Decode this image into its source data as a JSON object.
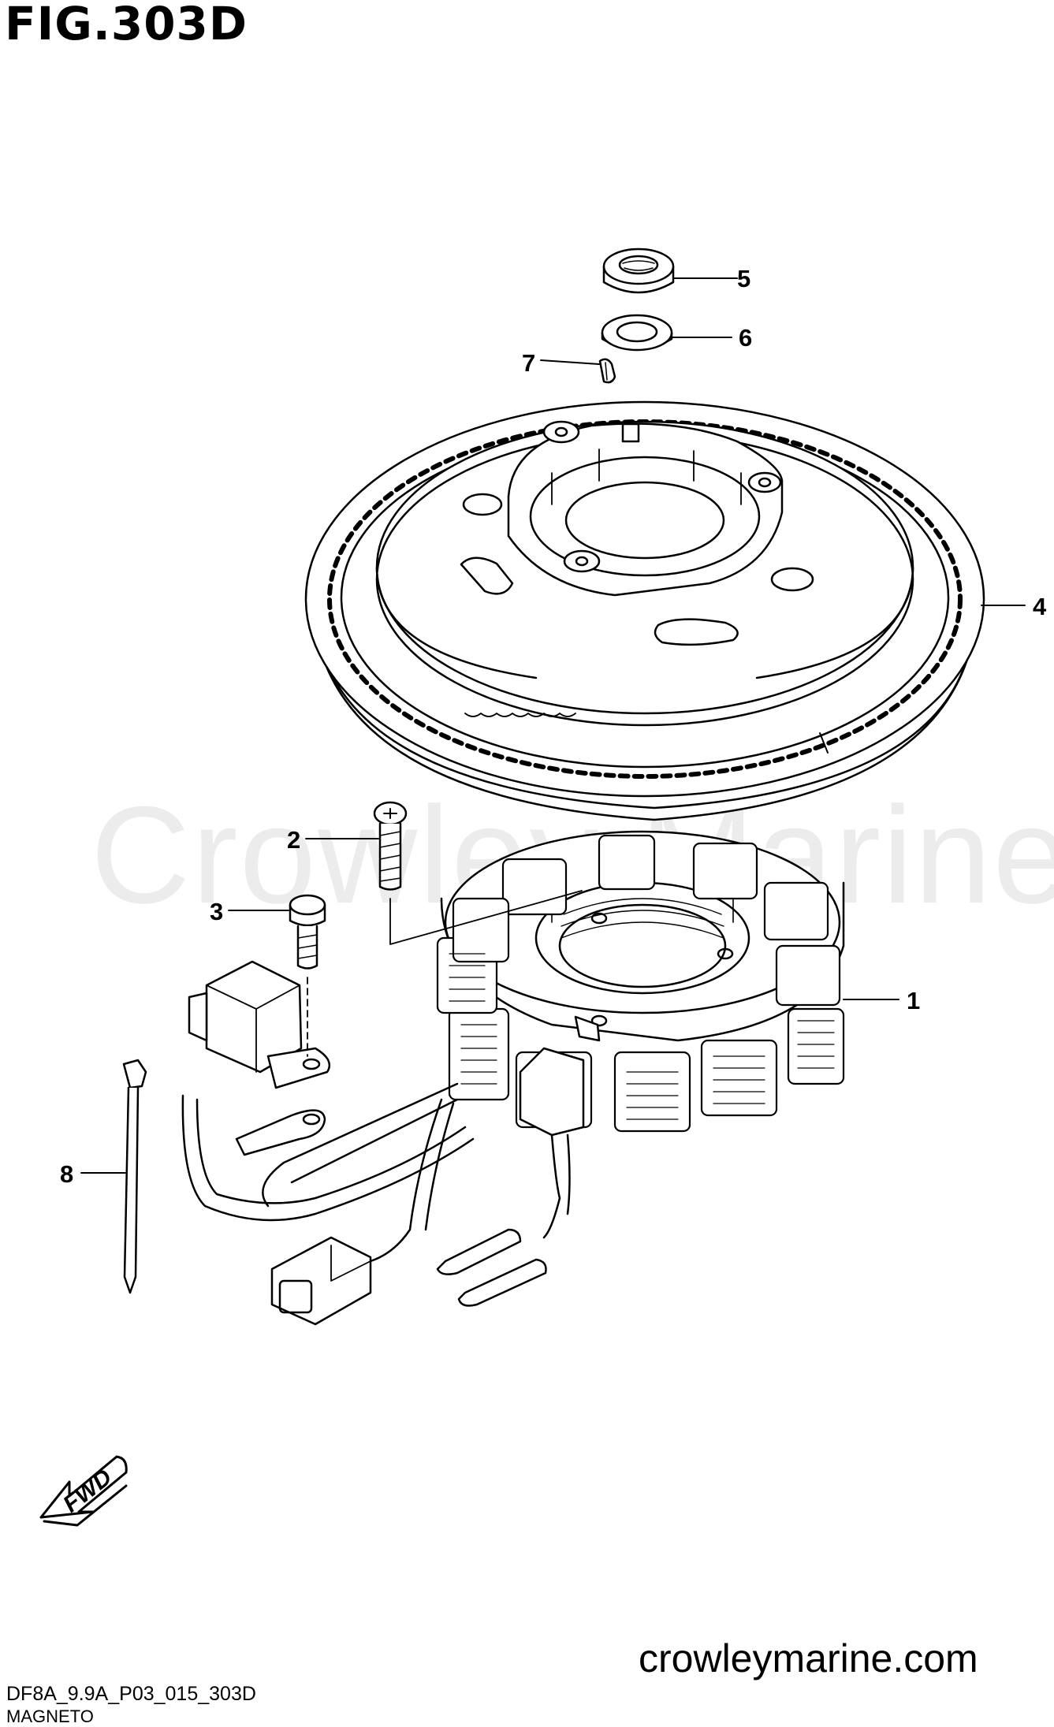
{
  "figure": {
    "title": "FIG.303D"
  },
  "watermark": "Crowley Marine",
  "callouts": [
    {
      "label": "1",
      "part": "stator"
    },
    {
      "label": "2",
      "part": "screw"
    },
    {
      "label": "3",
      "part": "bolt"
    },
    {
      "label": "4",
      "part": "flywheel"
    },
    {
      "label": "5",
      "part": "nut"
    },
    {
      "label": "6",
      "part": "washer"
    },
    {
      "label": "7",
      "part": "key"
    },
    {
      "label": "8",
      "part": "cable tie"
    }
  ],
  "fwd_label": "FWD",
  "footer": {
    "diagram_code": "DF8A_9.9A_P03_015_303D",
    "caption": "MAGNETO",
    "website": "crowleymarine.com"
  }
}
